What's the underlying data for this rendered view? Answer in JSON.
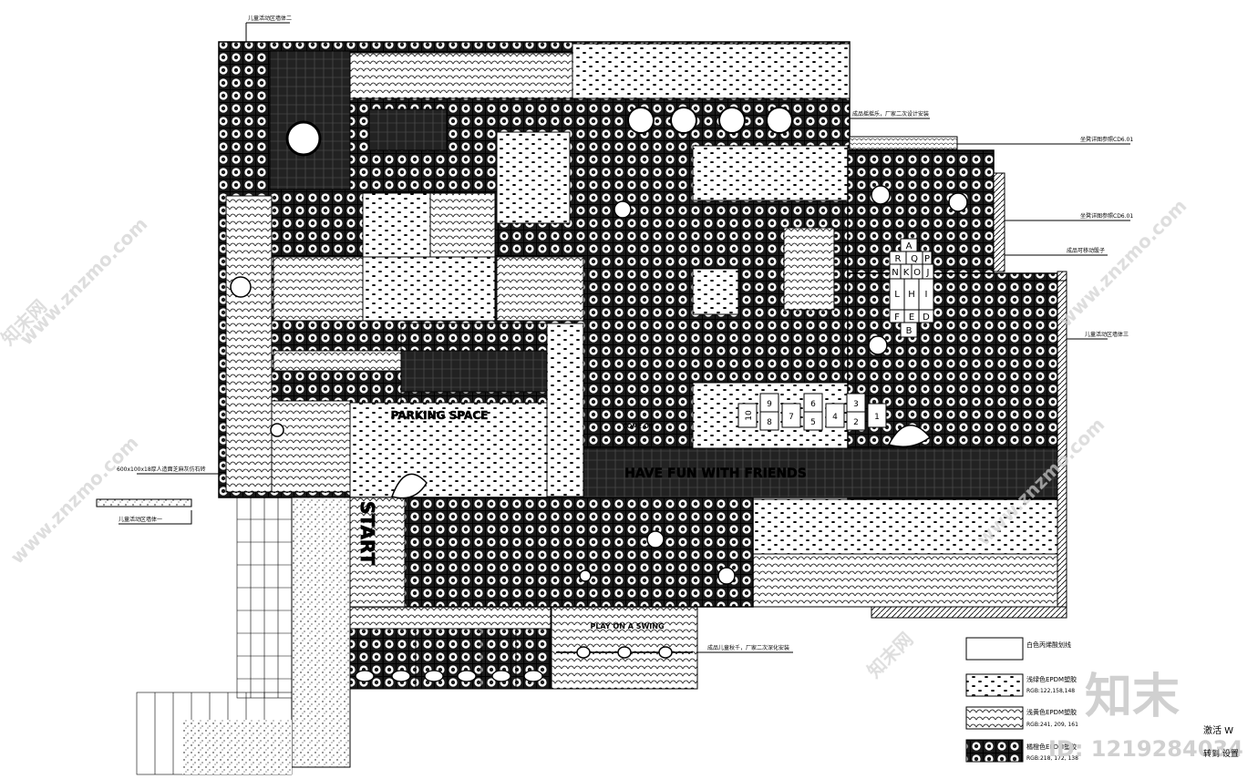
{
  "annotations": {
    "wall_two": "儿童活动区墙体二",
    "swing_factory": "成品摇摇乐，厂家二次设计安装",
    "detail_cd601_a": "坐凳详图参照CD6.01",
    "detail_cd601_b": "坐凳详图参照CD6.01",
    "movable_dice": "成品可移动骰子",
    "wall_three": "儿童活动区墙体三",
    "paver": "600x100x18厚人造面芝麻灰仿石砖",
    "wall_one": "儿童活动区墙体一",
    "swing_install": "成品儿童秋千，厂家二次深化安装"
  },
  "floor_texts": {
    "parking": "PARKING SPACE",
    "have_fun": "HAVE FUN WITH FRIENDS",
    "start": "START",
    "swing": "PLAY ON A SWING",
    "come": "COME ON"
  },
  "hopscotch_grid": [
    [
      "A"
    ],
    [
      "R",
      "Q",
      "P"
    ],
    [
      "N",
      "K",
      "O",
      "J"
    ],
    [
      "L",
      "H",
      "I"
    ],
    [
      "F",
      "E",
      "D"
    ],
    [
      "B"
    ]
  ],
  "number_boxes": [
    "10",
    "9",
    "8",
    "7",
    "6",
    "5",
    "4",
    "3",
    "2",
    "1"
  ],
  "legend": [
    {
      "name": "白色丙烯酸划线",
      "rgb": "",
      "pattern": "white"
    },
    {
      "name": "浅绿色EPDM塑胶",
      "rgb": "RGB:122,158,148",
      "pattern": "green"
    },
    {
      "name": "浅黄色EPDM塑胶",
      "rgb": "RGB:241, 209, 161",
      "pattern": "yellow"
    },
    {
      "name": "橘橙色EPDM塑胶",
      "rgb": "RGB:218, 172, 138",
      "pattern": "orange"
    }
  ],
  "watermarks": {
    "site": "www.znzmo.com",
    "brand": "知末网",
    "logo": "知末",
    "id": "ID: 1219284034",
    "activate": "激活 W",
    "settings": "转到 设置"
  },
  "colors": {
    "ink": "#000000",
    "watermark": "#cfcfcf"
  }
}
